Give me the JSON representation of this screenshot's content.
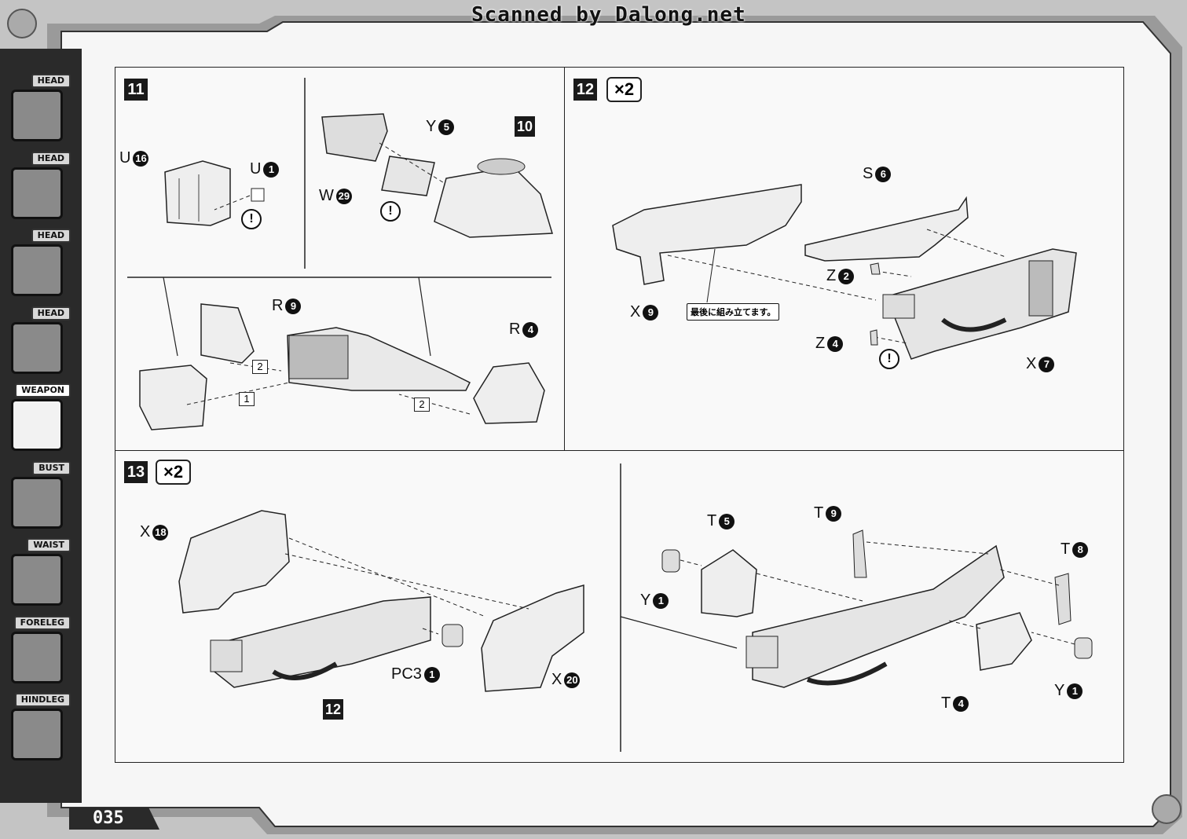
{
  "header": {
    "scan_credit": "Scanned by Dalong.net"
  },
  "sidebar": {
    "tabs": [
      {
        "label": "HEAD",
        "active": false
      },
      {
        "label": "HEAD",
        "active": false
      },
      {
        "label": "HEAD",
        "active": false
      },
      {
        "label": "HEAD",
        "active": false
      },
      {
        "label": "WEAPON",
        "active": true
      },
      {
        "label": "BUST",
        "active": false
      },
      {
        "label": "WAIST",
        "active": false
      },
      {
        "label": "FORELEG",
        "active": false
      },
      {
        "label": "HINDLEG",
        "active": false
      }
    ]
  },
  "footer": {
    "page_number": "035"
  },
  "steps": {
    "s11": {
      "number": "11",
      "labels": [
        {
          "letter": "U",
          "num": "16"
        },
        {
          "letter": "U",
          "num": "1"
        },
        {
          "letter": "Y",
          "num": "5"
        },
        {
          "letter": "W",
          "num": "29"
        },
        {
          "letter": "R",
          "num": "9"
        },
        {
          "letter": "R",
          "num": "4"
        }
      ],
      "sub_ref": "10",
      "order_marks": [
        "2",
        "1",
        "2"
      ],
      "warning": "!"
    },
    "s12": {
      "number": "12",
      "multiplier": "×2",
      "labels": [
        {
          "letter": "S",
          "num": "6"
        },
        {
          "letter": "Z",
          "num": "2"
        },
        {
          "letter": "X",
          "num": "9"
        },
        {
          "letter": "Z",
          "num": "4"
        },
        {
          "letter": "X",
          "num": "7"
        }
      ],
      "note": "最後に組み立てます。",
      "warning": "!"
    },
    "s13": {
      "number": "13",
      "multiplier": "×2",
      "labels": [
        {
          "letter": "X",
          "num": "18"
        },
        {
          "letter": "PC3",
          "num": "1"
        },
        {
          "letter": "X",
          "num": "20"
        },
        {
          "letter": "T",
          "num": "5"
        },
        {
          "letter": "T",
          "num": "9"
        },
        {
          "letter": "T",
          "num": "8"
        },
        {
          "letter": "Y",
          "num": "1"
        },
        {
          "letter": "T",
          "num": "4"
        },
        {
          "letter": "Y",
          "num": "1"
        }
      ],
      "sub_ref": "12"
    }
  }
}
